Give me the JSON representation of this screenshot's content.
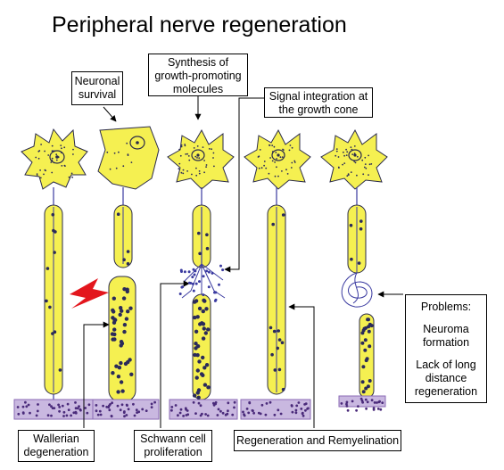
{
  "title": "Peripheral nerve regeneration",
  "labels": {
    "neuronal_survival": [
      "Neuronal",
      "survival"
    ],
    "synthesis": [
      "Synthesis of",
      "growth-promoting",
      "molecules"
    ],
    "signal_integration": [
      "Signal integration at",
      "the growth cone"
    ],
    "problems": {
      "heading": "Problems:",
      "item1": [
        "Neuroma",
        "formation"
      ],
      "item2": [
        "Lack of long",
        "distance",
        "regeneration"
      ]
    },
    "wallerian": [
      "Wallerian",
      "degeneration"
    ],
    "schwann": [
      "Schwann cell",
      "proliferation"
    ],
    "regeneration": "Regeneration and Remyelination"
  },
  "colors": {
    "cell_fill": "#f5f051",
    "outline": "#2a2a4a",
    "axon": "#3a3aa0",
    "muscle": "#8a6ab5",
    "lesion": "#e3161d"
  }
}
